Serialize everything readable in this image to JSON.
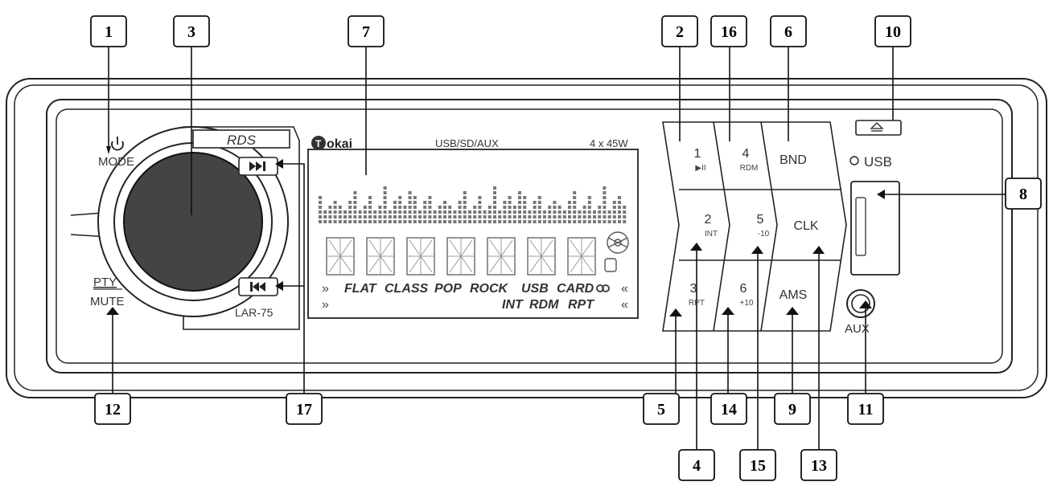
{
  "panel": {
    "mode_label": "MODE",
    "pty_label": "PTY",
    "mute_label": "MUTE",
    "rds_label": "RDS",
    "model_label": "LAR-75",
    "brand": "okai",
    "brand_initial": "T",
    "source_label": "USB/SD/AUX",
    "power_label": "4 x 45W",
    "usb_label": "USB",
    "aux_label": "AUX"
  },
  "lcd": {
    "row1": [
      "FLAT",
      "CLASS",
      "POP",
      "ROCK",
      "USB",
      "CARD"
    ],
    "row2": [
      "INT",
      "RDM",
      "RPT"
    ],
    "arrow_right": "»",
    "arrow_left": "«"
  },
  "buttons": [
    {
      "id": "b1",
      "main": "1",
      "sub": "▶II"
    },
    {
      "id": "b4",
      "main": "4",
      "sub": "RDM"
    },
    {
      "id": "bnd",
      "main": "BND",
      "sub": ""
    },
    {
      "id": "b2",
      "main": "2",
      "sub": "INT"
    },
    {
      "id": "b5",
      "main": "5",
      "sub": "-10"
    },
    {
      "id": "clk",
      "main": "CLK",
      "sub": ""
    },
    {
      "id": "b3",
      "main": "3",
      "sub": "RPT"
    },
    {
      "id": "b6",
      "main": "6",
      "sub": "+10"
    },
    {
      "id": "ams",
      "main": "AMS",
      "sub": ""
    }
  ],
  "callouts": [
    "1",
    "3",
    "7",
    "2",
    "16",
    "6",
    "10",
    "8",
    "12",
    "17",
    "5",
    "14",
    "9",
    "11",
    "4",
    "15",
    "13"
  ]
}
